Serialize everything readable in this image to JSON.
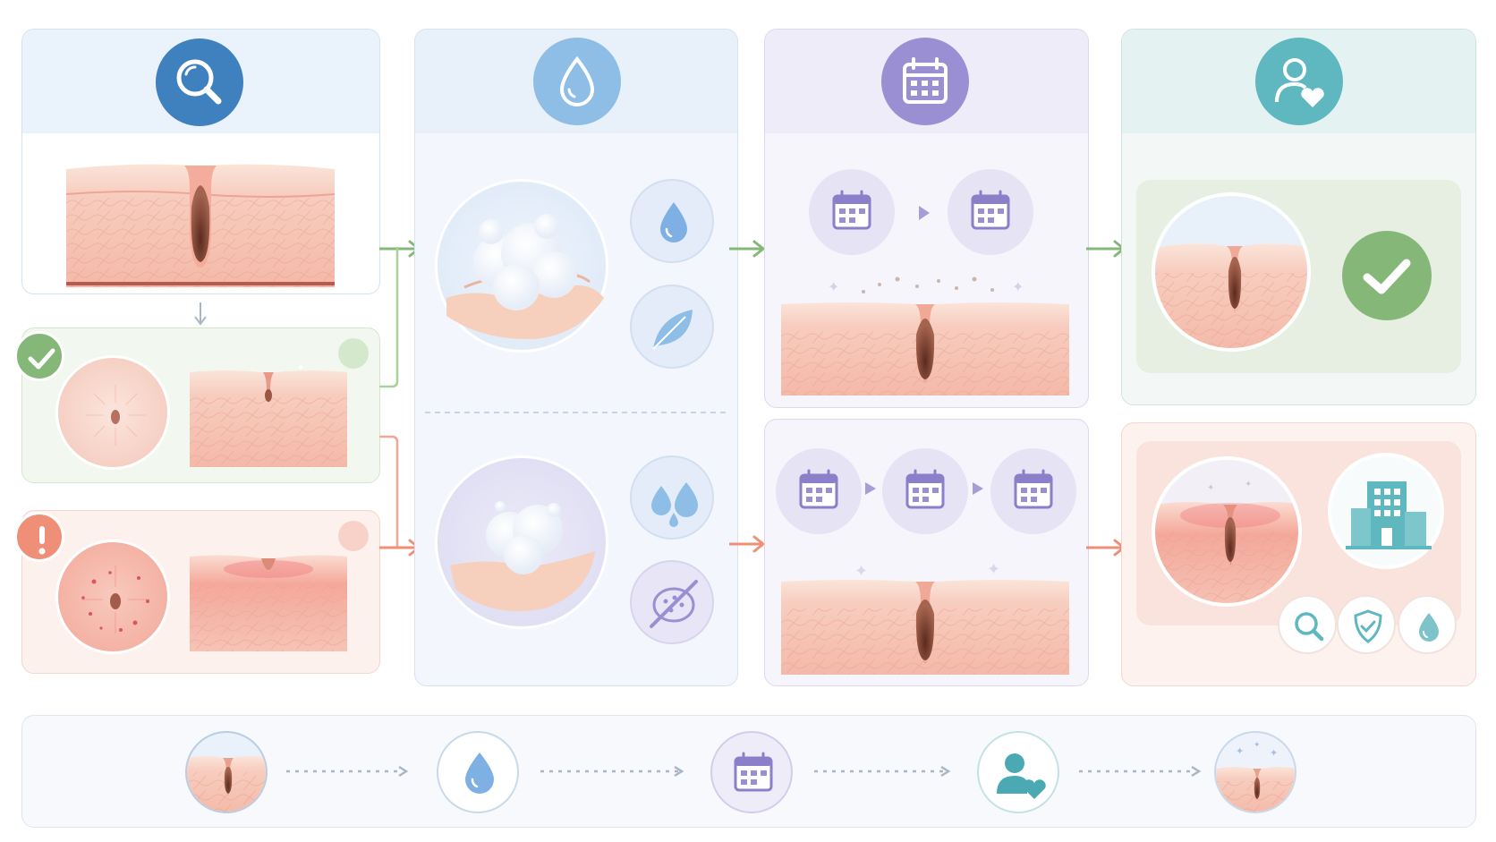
{
  "colors": {
    "assess": "#3f80bf",
    "cleanse": "#8ebde6",
    "schedule": "#9b8fd3",
    "care": "#5fb8c0",
    "success": "#85b878",
    "warning": "#ef8f78",
    "skin": "#f6c9bb",
    "follicle": "#8a4c3a"
  },
  "columns": [
    {
      "name": "assess",
      "header_icon": "magnifier-icon"
    },
    {
      "name": "cleanse",
      "header_icon": "water-drop-icon"
    },
    {
      "name": "schedule",
      "header_icon": "calendar-icon"
    },
    {
      "name": "care",
      "header_icon": "person-heart-icon"
    }
  ],
  "branches": {
    "good": {
      "badge_icon": "check-badge-icon",
      "arrow_color": "#85b878"
    },
    "bad": {
      "badge_icon": "alert-badge-icon",
      "arrow_color": "#ef8f78"
    }
  },
  "cleanse_options": {
    "good": [
      "water-drop-icon",
      "feather-icon"
    ],
    "bad": [
      "double-drop-icon",
      "no-scrub-icon"
    ]
  },
  "care_options": [
    "magnifier-icon",
    "shield-check-icon",
    "water-drop-icon"
  ],
  "timeline_steps": [
    "skin-icon",
    "water-drop-icon",
    "calendar-icon",
    "person-heart-icon",
    "sparkle-skin-icon"
  ]
}
